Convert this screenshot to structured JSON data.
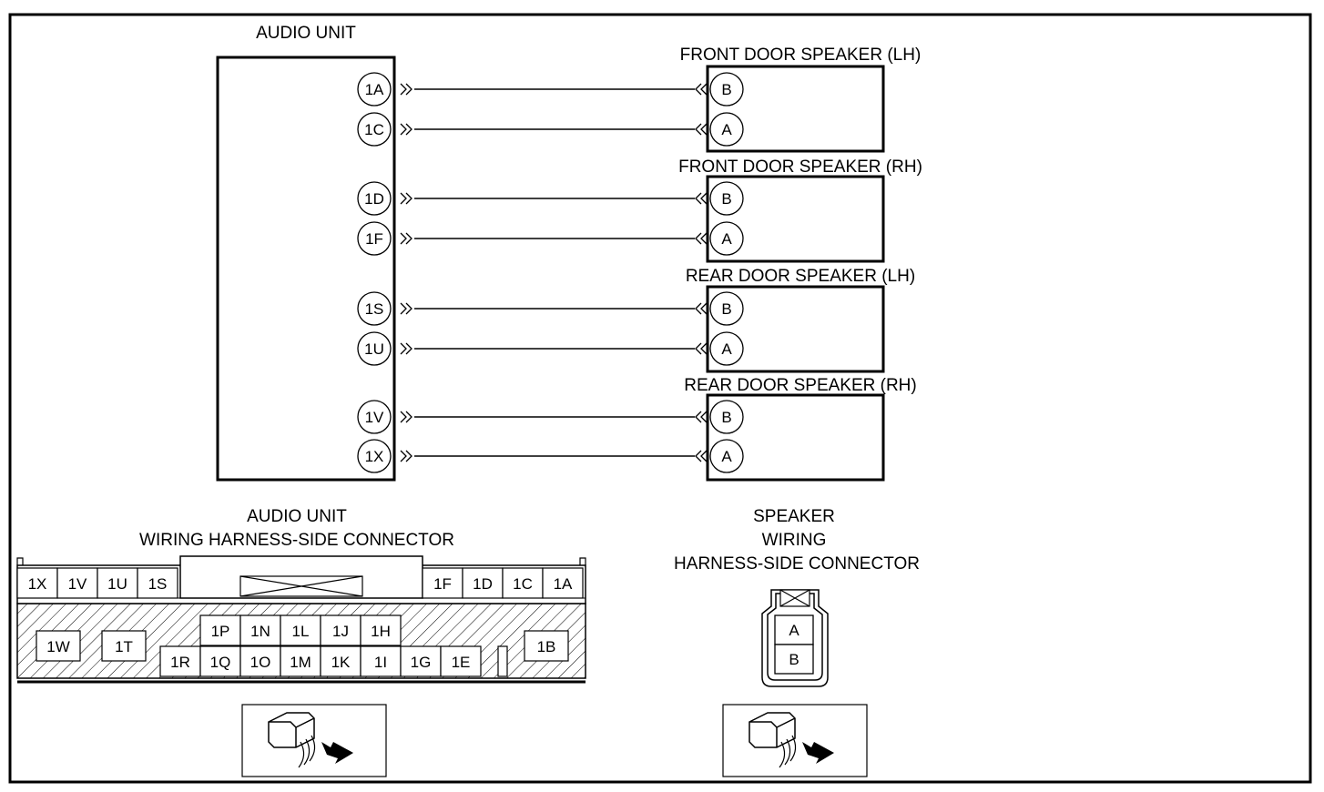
{
  "audio_unit": {
    "title": "AUDIO UNIT",
    "terminals": [
      "1A",
      "1C",
      "1D",
      "1F",
      "1S",
      "1U",
      "1V",
      "1X"
    ]
  },
  "speakers": [
    {
      "title": "FRONT DOOR SPEAKER (LH)",
      "terminals": [
        "B",
        "A"
      ]
    },
    {
      "title": "FRONT DOOR SPEAKER (RH)",
      "terminals": [
        "B",
        "A"
      ]
    },
    {
      "title": "REAR DOOR SPEAKER (LH)",
      "terminals": [
        "B",
        "A"
      ]
    },
    {
      "title": "REAR DOOR SPEAKER (RH)",
      "terminals": [
        "B",
        "A"
      ]
    }
  ],
  "audio_connector": {
    "title_line1": "AUDIO UNIT",
    "title_line2": "WIRING HARNESS-SIDE CONNECTOR",
    "top_left_pins": [
      "1X",
      "1V",
      "1U",
      "1S"
    ],
    "top_right_pins": [
      "1F",
      "1D",
      "1C",
      "1A"
    ],
    "middle_pins": [
      "1P",
      "1N",
      "1L",
      "1J",
      "1H"
    ],
    "bottom_pins": [
      "1R",
      "1Q",
      "1O",
      "1M",
      "1K",
      "1I",
      "1G",
      "1E"
    ],
    "side_pins": [
      "1W",
      "1T",
      "1B"
    ]
  },
  "speaker_connector": {
    "title_line1": "SPEAKER",
    "title_line2": "WIRING",
    "title_line3": "HARNESS-SIDE CONNECTOR",
    "pins": [
      "A",
      "B"
    ]
  },
  "wiring": [
    {
      "from": "1A",
      "to": "B"
    },
    {
      "from": "1C",
      "to": "A"
    },
    {
      "from": "1D",
      "to": "B"
    },
    {
      "from": "1F",
      "to": "A"
    },
    {
      "from": "1S",
      "to": "B"
    },
    {
      "from": "1U",
      "to": "A"
    },
    {
      "from": "1V",
      "to": "B"
    },
    {
      "from": "1X",
      "to": "A"
    }
  ]
}
